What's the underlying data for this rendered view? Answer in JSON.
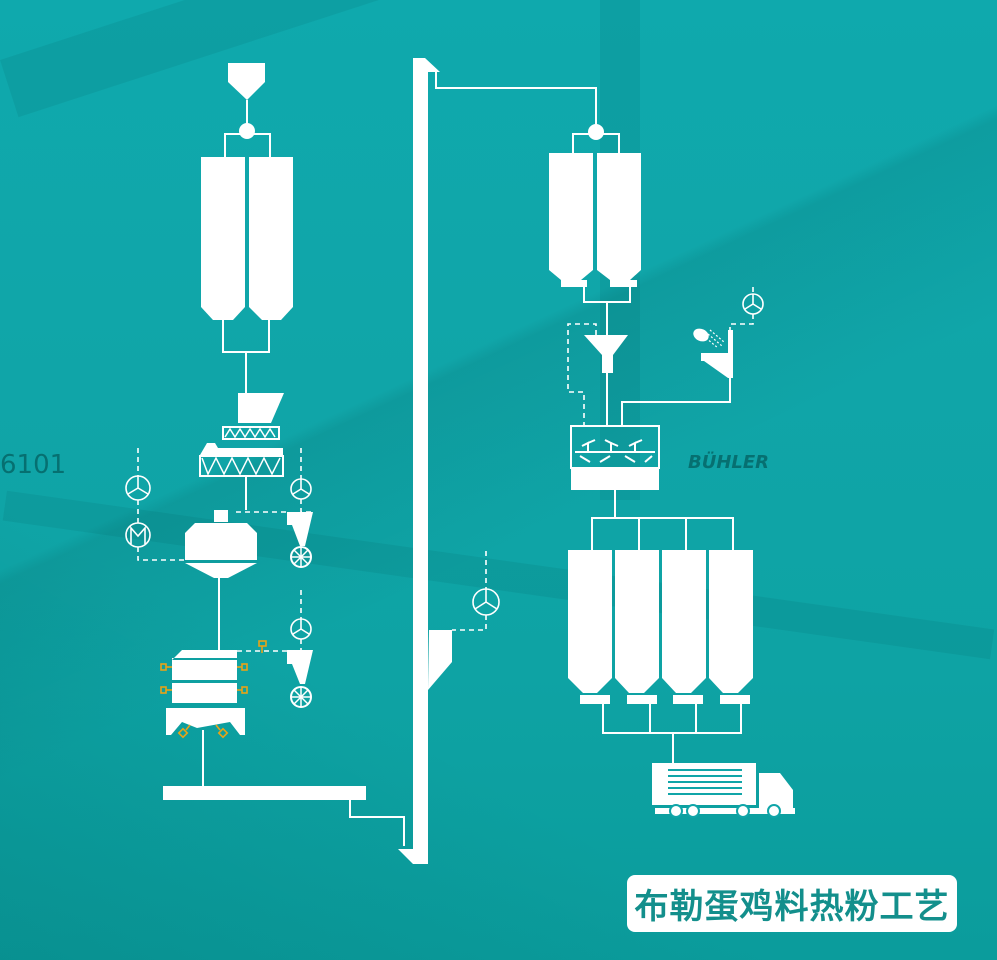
{
  "title": "布勒蛋鸡料热粉工艺",
  "background": {
    "machine_label": "6101",
    "brand_label": "BÜHLER"
  },
  "colors": {
    "background": "#10a5a8",
    "diagram_line": "#ffffff",
    "sensor_accent": "#e8a317",
    "title_text": "#138f8c",
    "title_box": "#ffffff"
  },
  "diagram": {
    "left_line": [
      {
        "id": "intake-hopper",
        "icon": "hopper-icon"
      },
      {
        "id": "distributor",
        "icon": "distributor-valve-icon"
      },
      {
        "id": "raw-bins",
        "icon": "twin-silo-icon"
      },
      {
        "id": "feeder-hopper",
        "icon": "hopper-icon"
      },
      {
        "id": "screw-conveyor",
        "icon": "screw-conveyor-icon"
      },
      {
        "id": "fan-1",
        "icon": "fan-icon"
      },
      {
        "id": "motor",
        "icon": "motor-icon"
      },
      {
        "id": "conditioner",
        "icon": "conditioner-vessel-icon"
      },
      {
        "id": "fan-2",
        "icon": "fan-icon"
      },
      {
        "id": "cyclone-1",
        "icon": "cyclone-icon"
      },
      {
        "id": "rotary-valve-1",
        "icon": "rotary-valve-icon"
      },
      {
        "id": "fan-3",
        "icon": "fan-icon"
      },
      {
        "id": "cyclone-2",
        "icon": "cyclone-icon"
      },
      {
        "id": "rotary-valve-2",
        "icon": "rotary-valve-icon"
      },
      {
        "id": "cooler",
        "icon": "cooler-icon"
      },
      {
        "id": "conveyor",
        "icon": "belt-conveyor-icon"
      }
    ],
    "center": [
      {
        "id": "bucket-elevator",
        "icon": "elevator-icon"
      },
      {
        "id": "fan-4",
        "icon": "fan-icon"
      }
    ],
    "right_line": [
      {
        "id": "distributor-2",
        "icon": "distributor-valve-icon"
      },
      {
        "id": "finished-bins",
        "icon": "twin-silo-icon"
      },
      {
        "id": "scale-hopper",
        "icon": "hopper-icon"
      },
      {
        "id": "fan-5",
        "icon": "fan-icon"
      },
      {
        "id": "liquid-dosing",
        "icon": "liquid-spray-icon"
      },
      {
        "id": "mixer",
        "icon": "mixer-icon"
      },
      {
        "id": "loadout-bins",
        "icon": "quad-silo-icon"
      },
      {
        "id": "bulk-truck",
        "icon": "truck-icon"
      }
    ]
  }
}
